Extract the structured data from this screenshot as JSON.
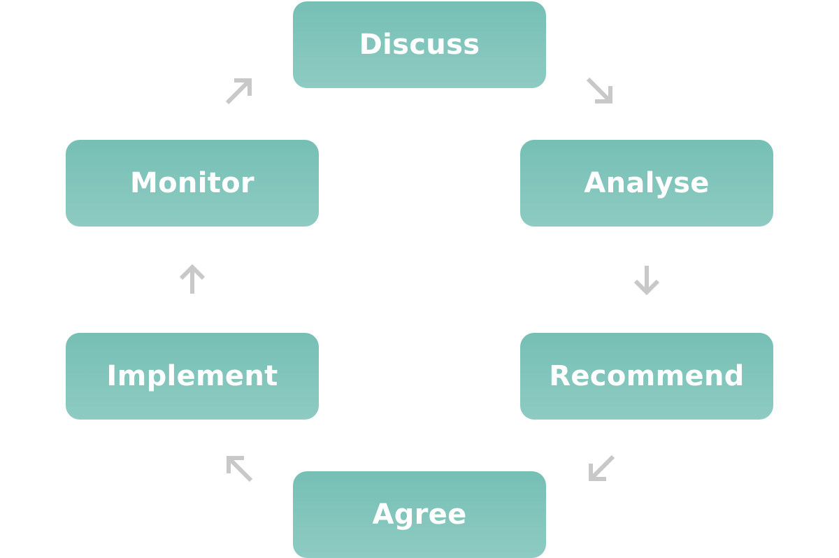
{
  "diagram": {
    "steps": [
      {
        "id": "discuss",
        "label": "Discuss"
      },
      {
        "id": "analyse",
        "label": "Analyse"
      },
      {
        "id": "recommend",
        "label": "Recommend"
      },
      {
        "id": "agree",
        "label": "Agree"
      },
      {
        "id": "implement",
        "label": "Implement"
      },
      {
        "id": "monitor",
        "label": "Monitor"
      }
    ],
    "connections": [
      {
        "from": "discuss",
        "to": "analyse",
        "icon": "arrow-down-right-icon"
      },
      {
        "from": "analyse",
        "to": "recommend",
        "icon": "arrow-down-icon"
      },
      {
        "from": "recommend",
        "to": "agree",
        "icon": "arrow-down-left-icon"
      },
      {
        "from": "agree",
        "to": "implement",
        "icon": "arrow-up-left-icon"
      },
      {
        "from": "implement",
        "to": "monitor",
        "icon": "arrow-up-icon"
      },
      {
        "from": "monitor",
        "to": "discuss",
        "icon": "arrow-up-right-icon"
      }
    ],
    "colors": {
      "box_fill_top": "#76bfb5",
      "box_fill_bottom": "#8ecbc2",
      "label_text": "#ffffff",
      "arrow": "#c8c8c8",
      "background": "#ffffff"
    }
  }
}
